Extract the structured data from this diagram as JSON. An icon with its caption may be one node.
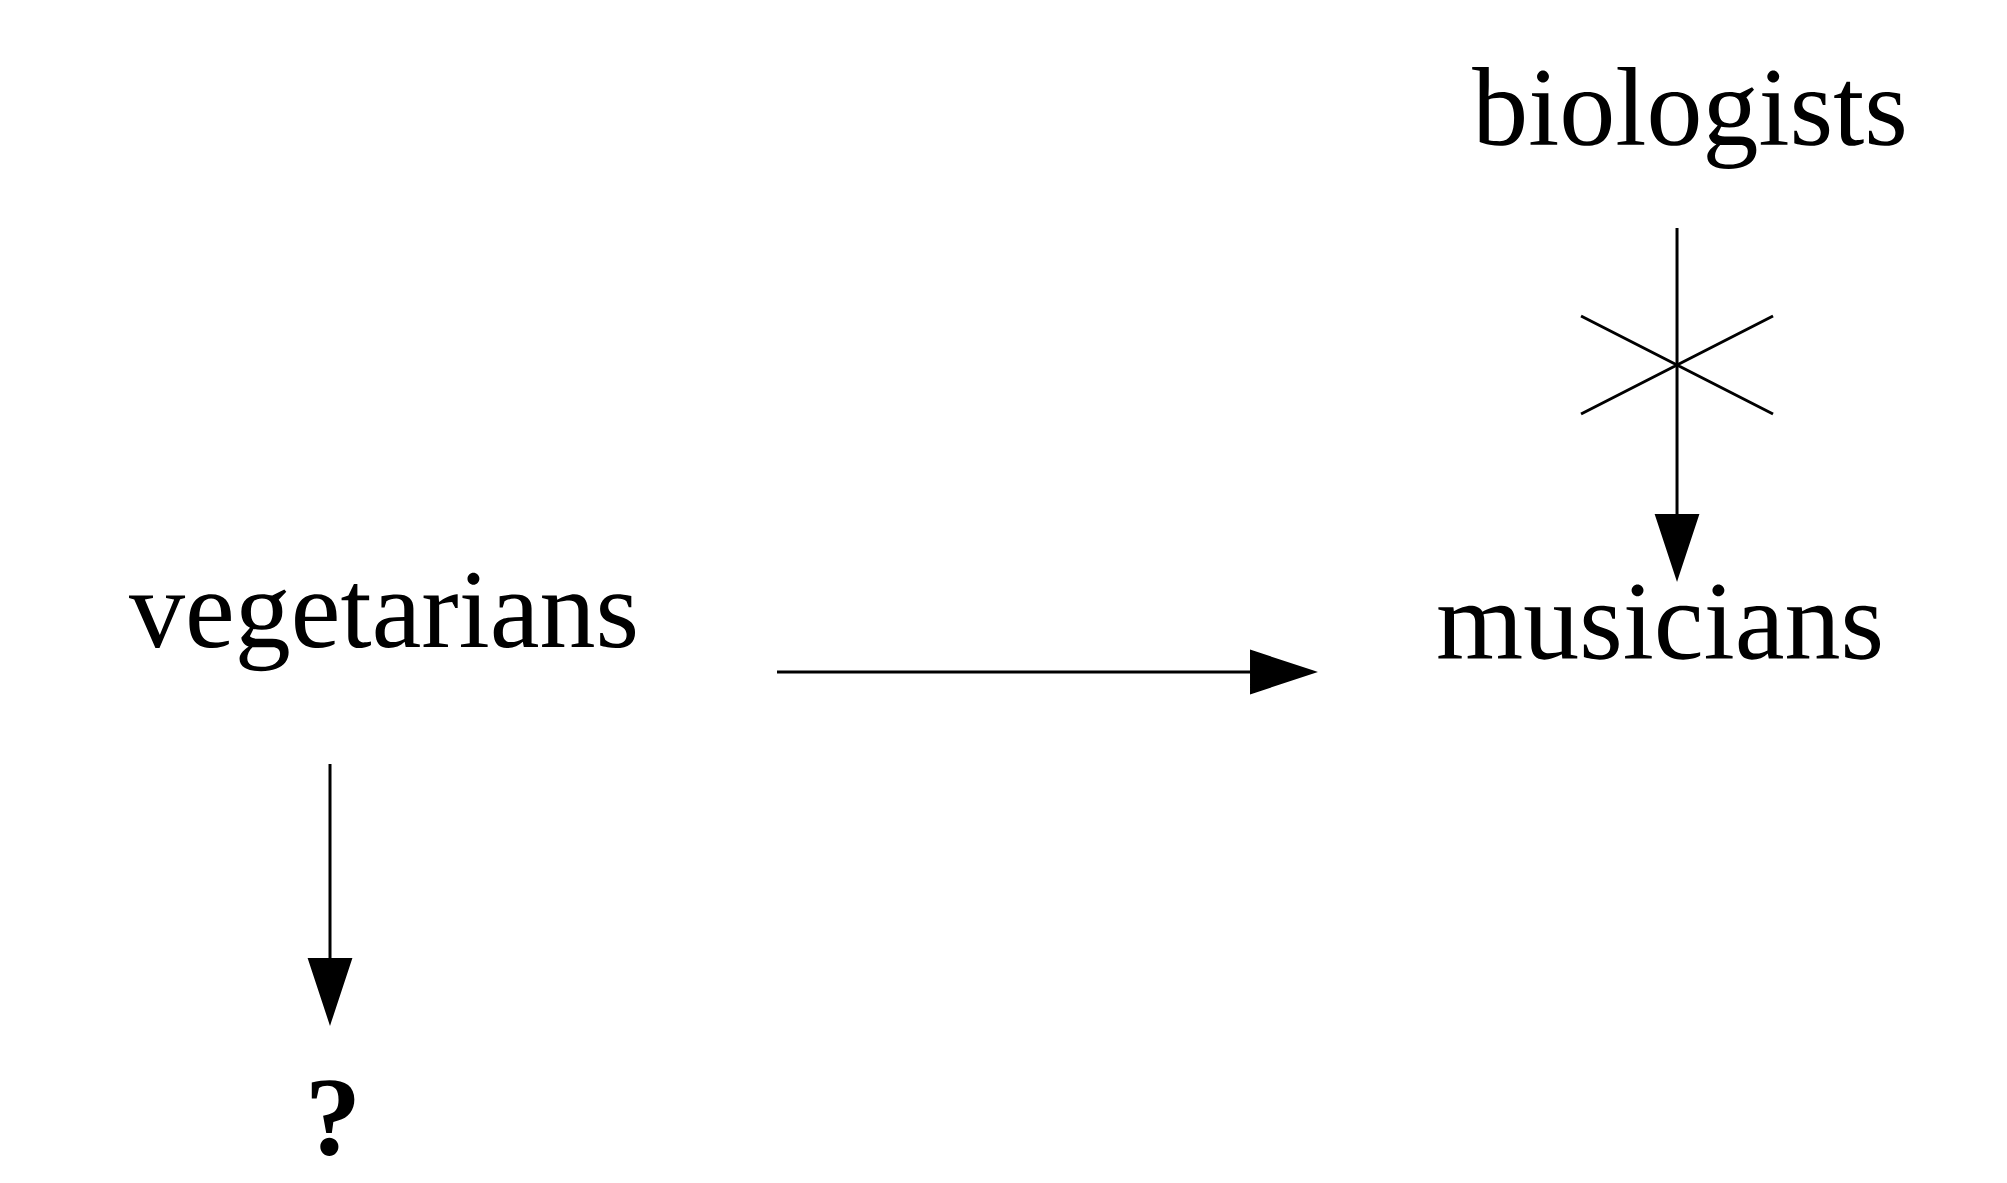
{
  "diagram": {
    "nodes": [
      {
        "text": [
          "biologists"
        ]
      },
      {
        "text": [
          "vegetarians"
        ]
      },
      {
        "text": [
          "musicians"
        ]
      },
      {
        "text": [
          "?"
        ]
      }
    ],
    "edges": [
      {
        "from": 0,
        "to": 2,
        "arrow": "to"
      },
      {
        "from": 1,
        "to": 2,
        "arrow": "to"
      },
      {
        "from": 1,
        "to": 3,
        "arrow": "to"
      }
    ]
  }
}
